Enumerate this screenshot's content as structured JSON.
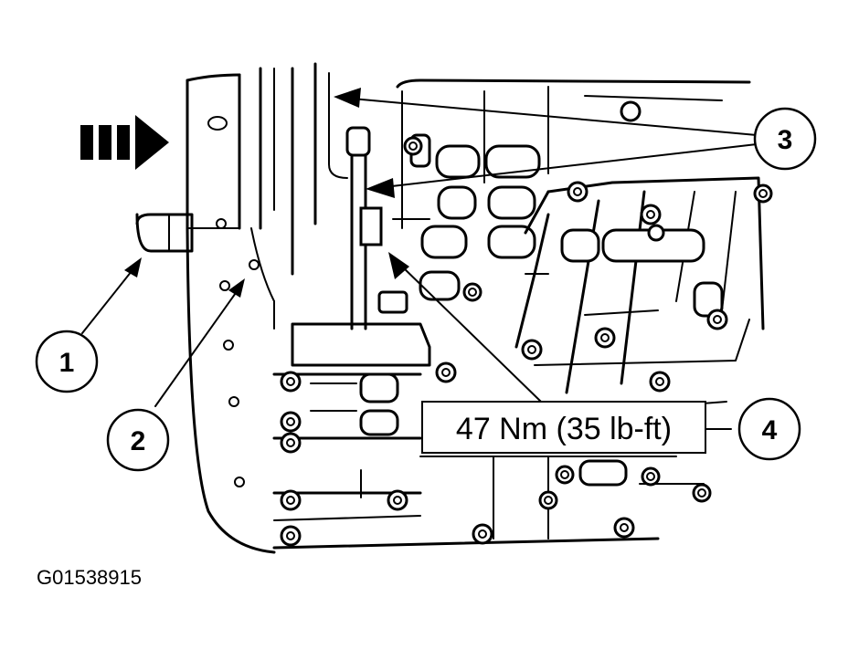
{
  "callouts": {
    "c1": "1",
    "c2": "2",
    "c3": "3",
    "c4": "4"
  },
  "torque_label": "47 Nm (35 lb-ft)",
  "figure_id": "G01538915",
  "colors": {
    "ink": "#000000",
    "paper": "#ffffff"
  },
  "icons": {
    "direction_arrow": "dashed-right-arrow-icon"
  }
}
